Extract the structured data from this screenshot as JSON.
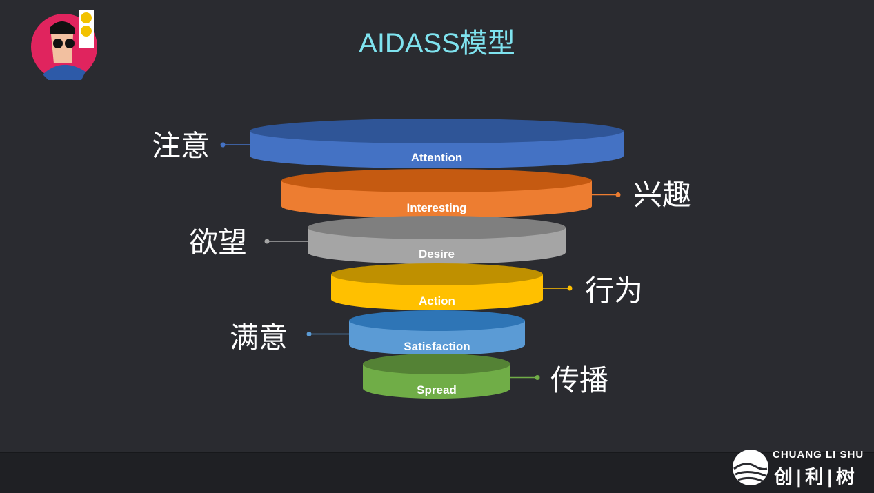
{
  "title": "AIDASS模型",
  "layers": [
    {
      "en": "Attention",
      "cn": "注意",
      "top": "#2f5597",
      "side": "#4472c4"
    },
    {
      "en": "Interesting",
      "cn": "兴趣",
      "top": "#c55a11",
      "side": "#ed7d31"
    },
    {
      "en": "Desire",
      "cn": "欲望",
      "top": "#7f7f7f",
      "side": "#a5a5a5"
    },
    {
      "en": "Action",
      "cn": "行为",
      "top": "#bf9000",
      "side": "#ffc000"
    },
    {
      "en": "Satisfaction",
      "cn": "满意",
      "top": "#2e75b6",
      "side": "#5b9bd5"
    },
    {
      "en": "Spread",
      "cn": "传播",
      "top": "#548235",
      "side": "#70ad47"
    }
  ],
  "brand": {
    "en": "CHUANG LI SHU",
    "cn": "创|利|树"
  }
}
